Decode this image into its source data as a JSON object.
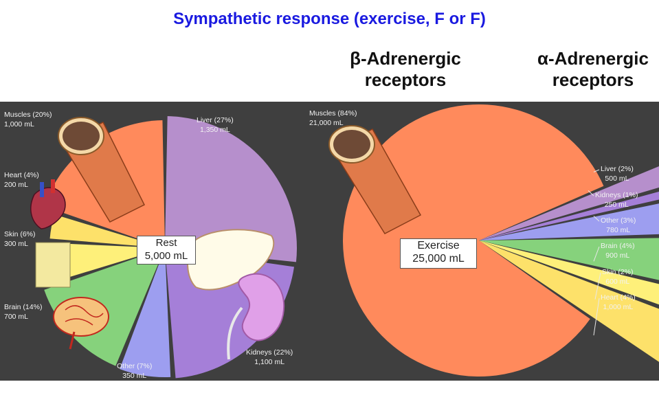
{
  "title": "Sympathetic response (exercise, F or F)",
  "headers": {
    "beta": [
      "β-Adrenergic",
      "receptors"
    ],
    "alpha": [
      "α-Adrenergic",
      "receptors"
    ]
  },
  "colors": {
    "muscles": "#ff8a5c",
    "liver": "#b68fcc",
    "kidneys": "#a57fd8",
    "other": "#9d9ef0",
    "brain": "#86d27c",
    "skin": "#fef07a",
    "heart": "#fde16a",
    "panel": "#3f3f3f"
  },
  "chart_data": [
    {
      "type": "pie",
      "name": "rest",
      "center_label": [
        "Rest",
        "5,000 mL"
      ],
      "slices": [
        {
          "key": "liver",
          "label": "Liver (27%)",
          "volume": "1,350 mL",
          "value": 27
        },
        {
          "key": "kidneys",
          "label": "Kidneys (22%)",
          "volume": "1,100 mL",
          "value": 22
        },
        {
          "key": "other",
          "label": "Other (7%)",
          "volume": "350 mL",
          "value": 7
        },
        {
          "key": "brain",
          "label": "Brain (14%)",
          "volume": "700 mL",
          "value": 14
        },
        {
          "key": "skin",
          "label": "Skin (6%)",
          "volume": "300 mL",
          "value": 6
        },
        {
          "key": "heart",
          "label": "Heart (4%)",
          "volume": "200 mL",
          "value": 4
        },
        {
          "key": "muscles",
          "label": "Muscles (20%)",
          "volume": "1,000 mL",
          "value": 20
        }
      ]
    },
    {
      "type": "pie",
      "name": "exercise",
      "center_label": [
        "Exercise",
        "25,000 mL"
      ],
      "slices": [
        {
          "key": "liver",
          "label": "Liver (2%)",
          "volume": "500 mL",
          "value": 2
        },
        {
          "key": "kidneys",
          "label": "Kidneys (1%)",
          "volume": "250 mL",
          "value": 1
        },
        {
          "key": "other",
          "label": "Other (3%)",
          "volume": "780 mL",
          "value": 3
        },
        {
          "key": "brain",
          "label": "Brain (4%)",
          "volume": "900 mL",
          "value": 4
        },
        {
          "key": "skin",
          "label": "Skin (2%)",
          "volume": "600 mL",
          "value": 2
        },
        {
          "key": "heart",
          "label": "Heart (4%)",
          "volume": "1,000 mL",
          "value": 4
        },
        {
          "key": "muscles",
          "label": "Muscles (84%)",
          "volume": "21,000 mL",
          "value": 84
        }
      ]
    }
  ]
}
